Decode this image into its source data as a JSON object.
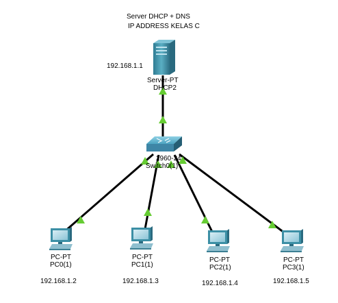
{
  "note": {
    "line1": "Server DHCP + DNS",
    "line2": "IP ADDRESS KELAS C"
  },
  "colors": {
    "link": "#000000",
    "link_light": "#66cc33",
    "device_teal": "#3c8fa5",
    "switch_blue": "#3e86a6"
  },
  "server": {
    "icon": "server-icon",
    "type": "Server-PT",
    "name": "DHCP2",
    "ip": "192.168.1.1"
  },
  "switch": {
    "icon": "switch-icon",
    "type": "2960-24",
    "name": "Switch0(1)"
  },
  "pcs": [
    {
      "icon": "pc-icon",
      "type": "PC-PT",
      "name": "PC0(1)",
      "ip": "192.168.1.2"
    },
    {
      "icon": "pc-icon",
      "type": "PC-PT",
      "name": "PC1(1)",
      "ip": "192.168.1.3"
    },
    {
      "icon": "pc-icon",
      "type": "PC-PT",
      "name": "PC2(1)",
      "ip": "192.168.1.4"
    },
    {
      "icon": "pc-icon",
      "type": "PC-PT",
      "name": "PC3(1)",
      "ip": "192.168.1.5"
    }
  ]
}
